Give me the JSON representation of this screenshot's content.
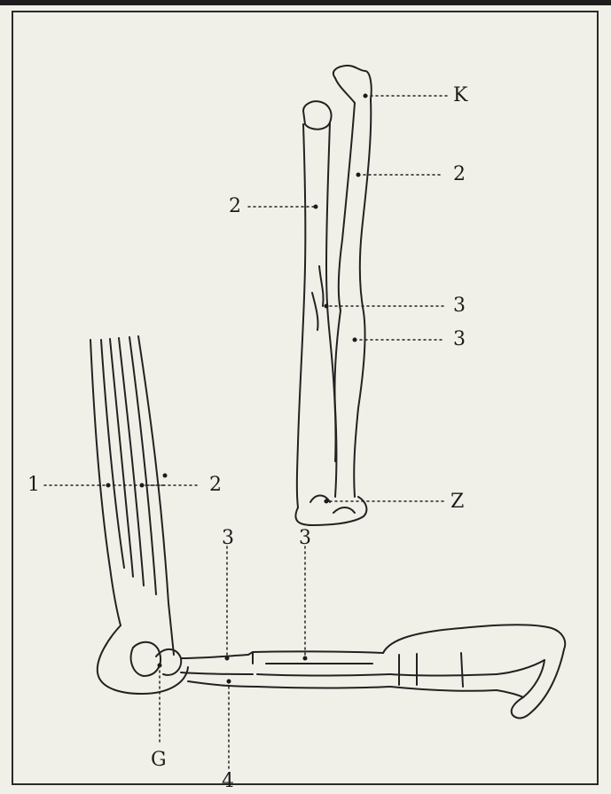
{
  "figure": {
    "upper_bone_labels": {
      "top": "K",
      "shaft_right": "2",
      "shaft_left": "2",
      "mid_upper": "3",
      "mid_lower": "3",
      "bottom": "Z"
    },
    "arm_labels": {
      "left": "1",
      "upper_arm": "2",
      "forearm_left": "3",
      "forearm_right": "3",
      "elbow": "G",
      "forearm_below": "4"
    }
  },
  "colors": {
    "ink": "#1b1b1b",
    "paper": "#f1f0e8",
    "bleed_text": "#c9c8c0"
  }
}
